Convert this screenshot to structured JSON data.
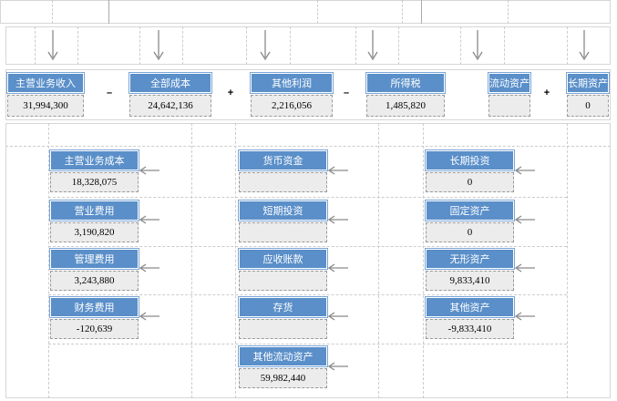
{
  "colors": {
    "header_fill": "#5a8fc9",
    "value_fill": "#ececec",
    "grid": "#c4c4c4",
    "arrow": "#8a8a8a"
  },
  "icons": {
    "down": "arrow-down-icon",
    "left": "arrow-left-icon"
  },
  "top_row": {
    "revenue": {
      "label": "主营业务收入",
      "value": "31,994,300"
    },
    "op1": "–",
    "total_cost": {
      "label": "全部成本",
      "value": "24,642,136"
    },
    "op2": "+",
    "other_profit": {
      "label": "其他利润",
      "value": "2,216,056"
    },
    "op3": "–",
    "income_tax": {
      "label": "所得税",
      "value": "1,485,820"
    },
    "current_assets": {
      "label": "流动资产",
      "value": ""
    },
    "op4": "+",
    "long_term_assets": {
      "label": "长期资产",
      "value": "0"
    }
  },
  "cost_items": [
    {
      "label": "主营业务成本",
      "value": "18,328,075"
    },
    {
      "label": "营业费用",
      "value": "3,190,820"
    },
    {
      "label": "管理费用",
      "value": "3,243,880"
    },
    {
      "label": "财务费用",
      "value": "-120,639"
    }
  ],
  "current_asset_items": [
    {
      "label": "货币资金",
      "value": ""
    },
    {
      "label": "短期投资",
      "value": ""
    },
    {
      "label": "应收账款",
      "value": ""
    },
    {
      "label": "存货",
      "value": ""
    },
    {
      "label": "其他流动资产",
      "value": "59,982,440"
    }
  ],
  "long_asset_items": [
    {
      "label": "长期投资",
      "value": "0"
    },
    {
      "label": "固定资产",
      "value": "0"
    },
    {
      "label": "无形资产",
      "value": "9,833,410"
    },
    {
      "label": "其他资产",
      "value": "-9,833,410"
    }
  ]
}
